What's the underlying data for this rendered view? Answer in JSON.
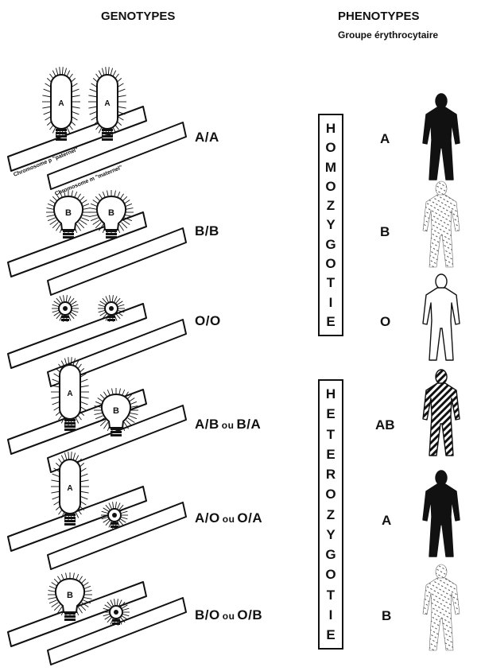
{
  "headers": {
    "genotypes": "GENOTYPES",
    "phenotypes": "PHENOTYPES",
    "groupe": "Groupe érythrocytaire"
  },
  "chromosome_labels": {
    "paternal": "Chromosome p \"paternel\"",
    "maternal": "Chromosome m \"maternel\""
  },
  "rows": [
    {
      "allele1": "A",
      "allele2": "A",
      "phenotype": "A",
      "figure_style": "solid-black"
    },
    {
      "allele1": "B",
      "allele2": "B",
      "phenotype": "B",
      "figure_style": "dotted-sparse"
    },
    {
      "allele1": "O",
      "allele2": "O",
      "phenotype": "O",
      "figure_style": "outline"
    },
    {
      "allele1": "A",
      "allele2": "B",
      "alt1": "B",
      "alt2": "A",
      "ou": "ou",
      "phenotype": "AB",
      "figure_style": "striped"
    },
    {
      "allele1": "A",
      "allele2": "O",
      "alt1": "O",
      "alt2": "A",
      "ou": "ou",
      "phenotype": "A",
      "figure_style": "solid-black"
    },
    {
      "allele1": "B",
      "allele2": "O",
      "alt1": "O",
      "alt2": "B",
      "ou": "ou",
      "phenotype": "B",
      "figure_style": "dotted-sparse"
    }
  ],
  "boxes": {
    "homozygotie": [
      "H",
      "O",
      "M",
      "O",
      "Z",
      "Y",
      "G",
      "O",
      "T",
      "I",
      "E"
    ],
    "heterozygotie": [
      "H",
      "E",
      "T",
      "E",
      "R",
      "O",
      "Z",
      "Y",
      "G",
      "O",
      "T",
      "I",
      "E"
    ]
  }
}
